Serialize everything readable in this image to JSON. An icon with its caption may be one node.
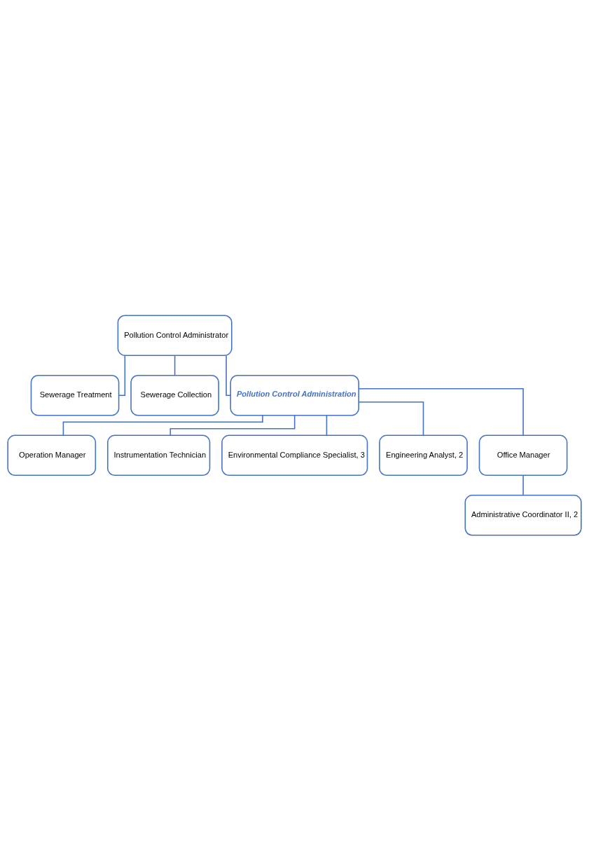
{
  "diagram": {
    "nodes": [
      {
        "text": [
          "Pollution Control Administrator"
        ]
      },
      {
        "text": [
          "Sewerage Treatment"
        ]
      },
      {
        "text": [
          "Sewerage Collection"
        ]
      },
      {
        "text": [
          "Pollution Control Administration"
        ]
      },
      {
        "text": [
          "Operation Manager"
        ]
      },
      {
        "text": [
          "Instrumentation Technician"
        ]
      },
      {
        "text": [
          "Environmental Compliance Specialist, 3"
        ]
      },
      {
        "text": [
          "Engineering Analyst, 2"
        ]
      },
      {
        "text": [
          "Office Manager"
        ]
      },
      {
        "text": [
          "Administrative Coordinator II, 2"
        ]
      }
    ],
    "edges": [
      {
        "from": 0,
        "to": 1,
        "arrow": "none"
      },
      {
        "from": 0,
        "to": 2,
        "arrow": "none"
      },
      {
        "from": 0,
        "to": 3,
        "arrow": "none"
      },
      {
        "from": 3,
        "to": 4,
        "arrow": "none"
      },
      {
        "from": 3,
        "to": 5,
        "arrow": "none"
      },
      {
        "from": 3,
        "to": 6,
        "arrow": "none"
      },
      {
        "from": 3,
        "to": 7,
        "arrow": "none"
      },
      {
        "from": 3,
        "to": 8,
        "arrow": "none"
      },
      {
        "from": 8,
        "to": 9,
        "arrow": "none"
      }
    ]
  }
}
